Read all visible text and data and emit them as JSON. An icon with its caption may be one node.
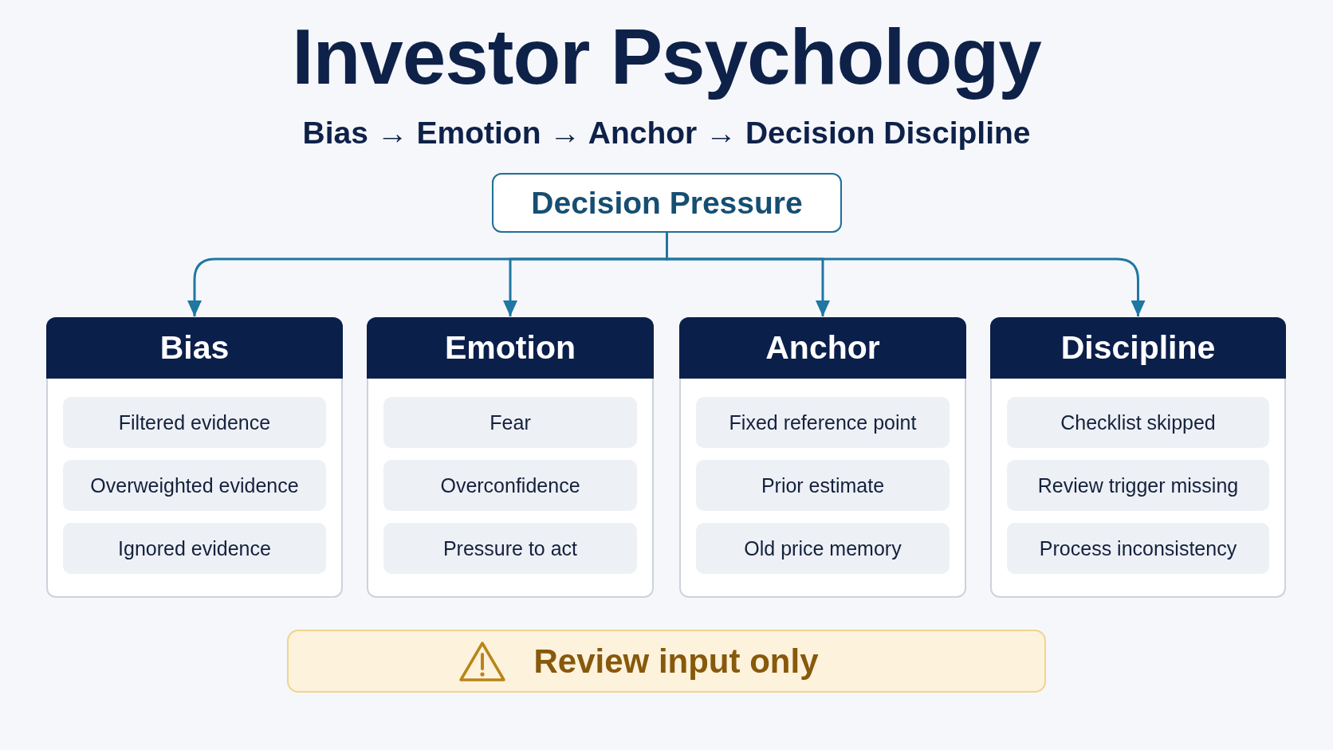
{
  "diagram": {
    "title": "Investor Psychology",
    "nodes": [
      {
        "text": [
          "Decision Pressure"
        ]
      },
      {
        "text": [
          "Bias"
        ]
      },
      {
        "text": [
          "Filtered evidence"
        ],
        "in": 1
      },
      {
        "text": [
          "Overweighted evidence"
        ],
        "in": 1
      },
      {
        "text": [
          "Ignored evidence"
        ],
        "in": 1
      },
      {
        "text": [
          "Emotion"
        ]
      },
      {
        "text": [
          "Fear"
        ],
        "in": 5
      },
      {
        "text": [
          "Overconfidence"
        ],
        "in": 5
      },
      {
        "text": [
          "Pressure to act"
        ],
        "in": 5
      },
      {
        "text": [
          "Anchor"
        ]
      },
      {
        "text": [
          "Fixed reference point"
        ],
        "in": 9
      },
      {
        "text": [
          "Prior estimate"
        ],
        "in": 9
      },
      {
        "text": [
          "Old price memory"
        ],
        "in": 9
      },
      {
        "text": [
          "Discipline"
        ]
      },
      {
        "text": [
          "Checklist skipped"
        ],
        "in": 13
      },
      {
        "text": [
          "Review trigger missing"
        ],
        "in": 13
      },
      {
        "text": [
          "Process inconsistency"
        ],
        "in": 13
      },
      {
        "text": [
          "Review input only"
        ]
      }
    ],
    "edges": [
      {
        "from": 0,
        "to": 1,
        "arrow": "to"
      },
      {
        "from": 0,
        "to": 5,
        "arrow": "to"
      },
      {
        "from": 0,
        "to": 9,
        "arrow": "to"
      },
      {
        "from": 0,
        "to": 13,
        "arrow": "to"
      }
    ],
    "labels": [
      "Bias → Emotion → Anchor → Decision Discipline"
    ]
  }
}
